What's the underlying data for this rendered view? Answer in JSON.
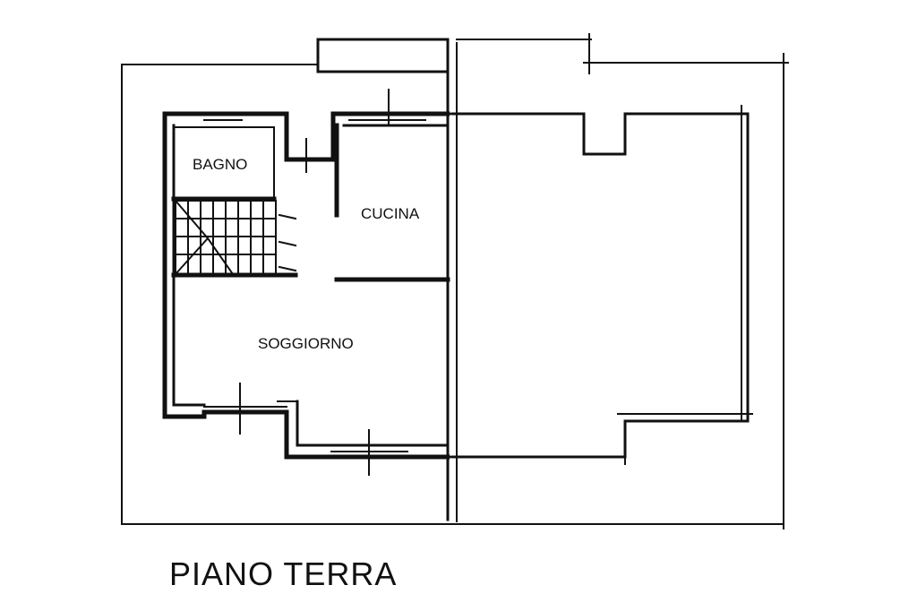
{
  "rooms": {
    "bagno": "BAGNO",
    "cucina": "CUCINA",
    "soggiorno": "SOGGIORNO"
  },
  "floor_title": "PIANO TERRA"
}
